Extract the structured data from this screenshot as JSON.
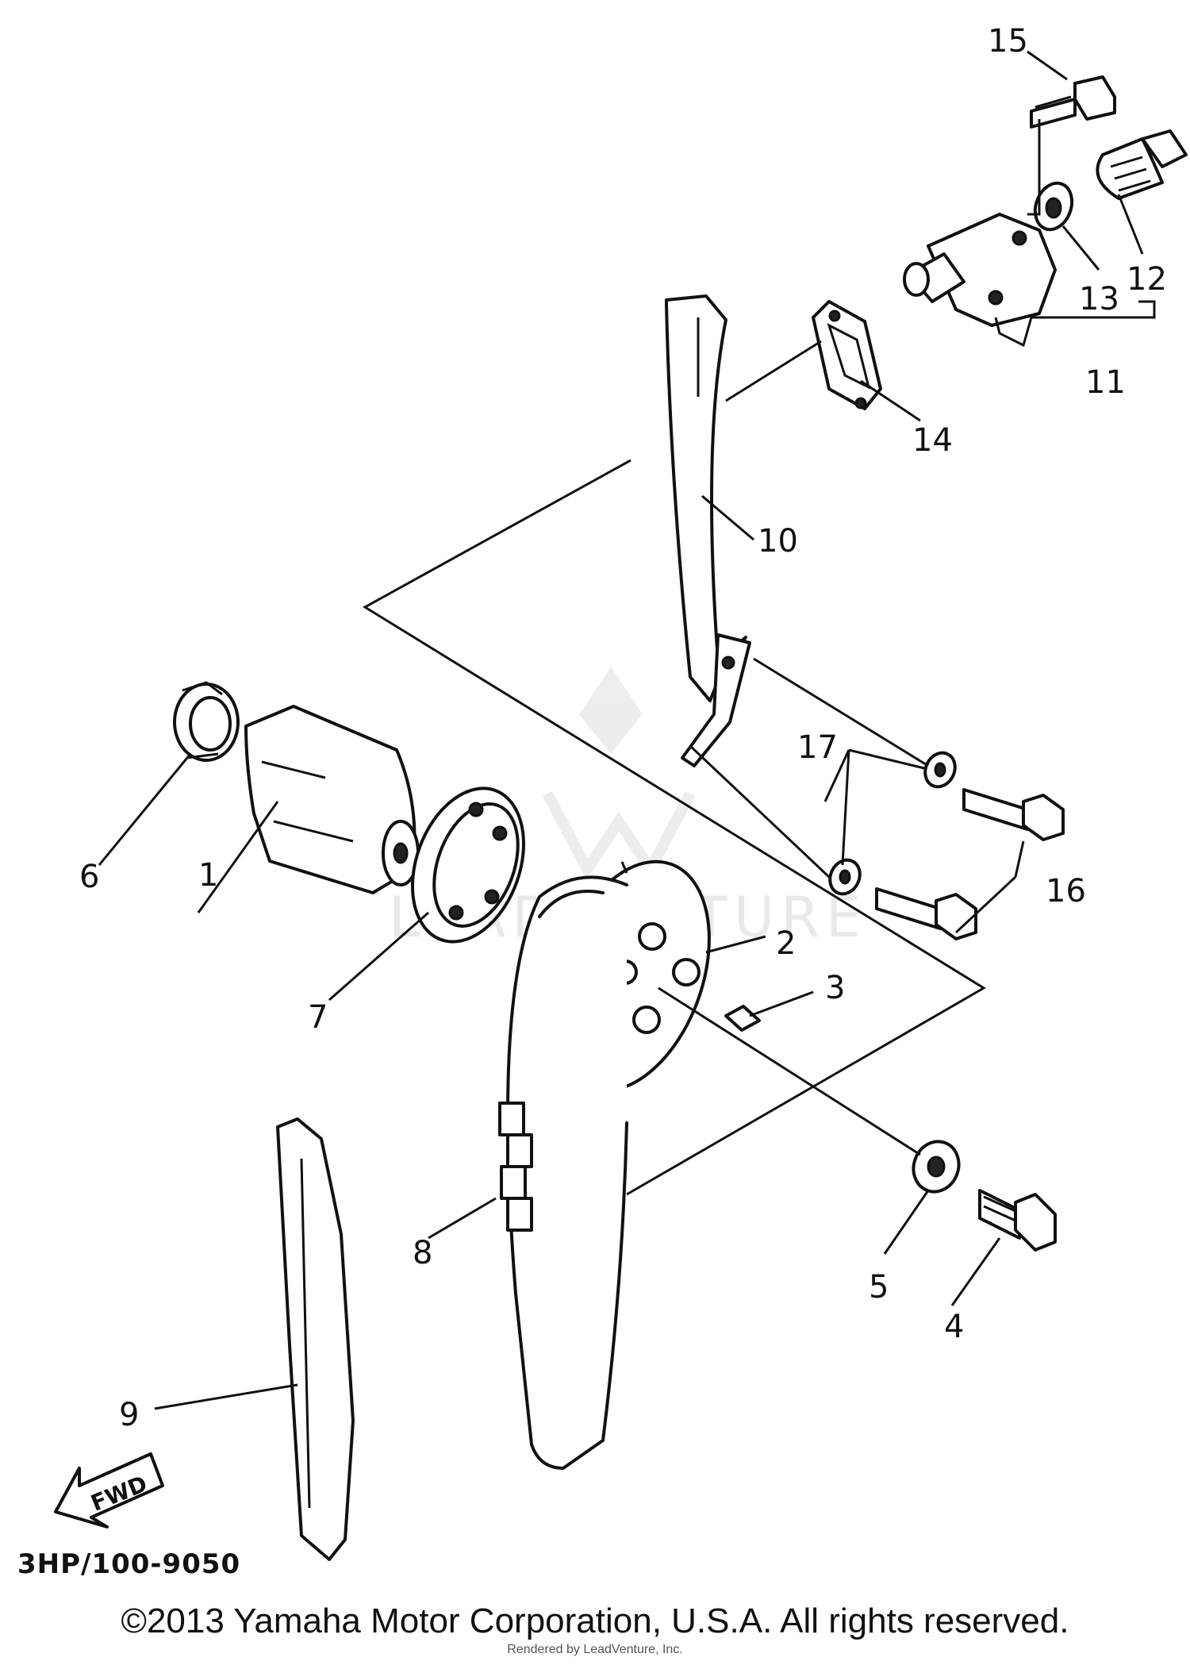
{
  "diagram_code": "3HP/100-9050",
  "fwd_label": "FWD",
  "watermark": "LEADVENTURE",
  "copyright": "©2013 Yamaha Motor Corporation, U.S.A. All rights reserved.",
  "rendered_by": "Rendered by LeadVenture, Inc.",
  "callouts": [
    "1",
    "2",
    "3",
    "4",
    "5",
    "6",
    "7",
    "8",
    "9",
    "10",
    "11",
    "12",
    "13",
    "14",
    "15",
    "16",
    "17"
  ]
}
